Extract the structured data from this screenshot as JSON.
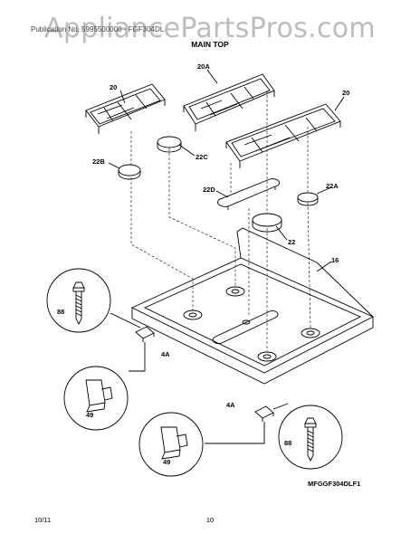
{
  "watermark": "AppliancePartsPros.com",
  "header": "Publication No. 5995500000 - FGF304DL",
  "section_title": "MAIN TOP",
  "model": "MFGGF304DLF1",
  "footer": {
    "date": "10/11",
    "page": "10"
  },
  "labels": {
    "grate_left": "20",
    "grate_center": "20A",
    "grate_right": "20",
    "cap_22b": "22B",
    "cap_22c": "22C",
    "cap_22d": "22D",
    "cap_22a": "22A",
    "cap_22": "22",
    "top_16": "16",
    "screw_left": "88",
    "clip_left": "4A",
    "bracket_left": "49",
    "clip_right": "4A",
    "bracket_right": "49",
    "screw_right": "88"
  }
}
